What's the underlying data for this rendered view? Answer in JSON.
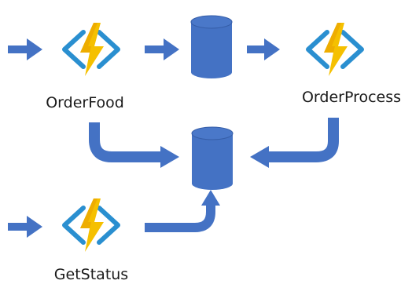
{
  "diagram": {
    "nodes": [
      {
        "id": "order-food",
        "type": "function",
        "label": "OrderFood"
      },
      {
        "id": "orders-db",
        "type": "database",
        "label": ""
      },
      {
        "id": "order-process",
        "type": "function",
        "label": "OrderProcess"
      },
      {
        "id": "status-db",
        "type": "database",
        "label": ""
      },
      {
        "id": "get-status",
        "type": "function",
        "label": "GetStatus"
      }
    ],
    "edges": [
      {
        "from": "",
        "to": "order-food"
      },
      {
        "from": "order-food",
        "to": "orders-db"
      },
      {
        "from": "orders-db",
        "to": "order-process"
      },
      {
        "from": "order-food",
        "to": "status-db"
      },
      {
        "from": "order-process",
        "to": "status-db"
      },
      {
        "from": "",
        "to": "get-status"
      },
      {
        "from": "get-status",
        "to": "status-db"
      }
    ],
    "colors": {
      "arrow": "#4472c4",
      "database": "#4472c4",
      "bracket": "#2a8fd0",
      "bolt": "#f5c000",
      "bolt_shade": "#e89c00"
    }
  }
}
